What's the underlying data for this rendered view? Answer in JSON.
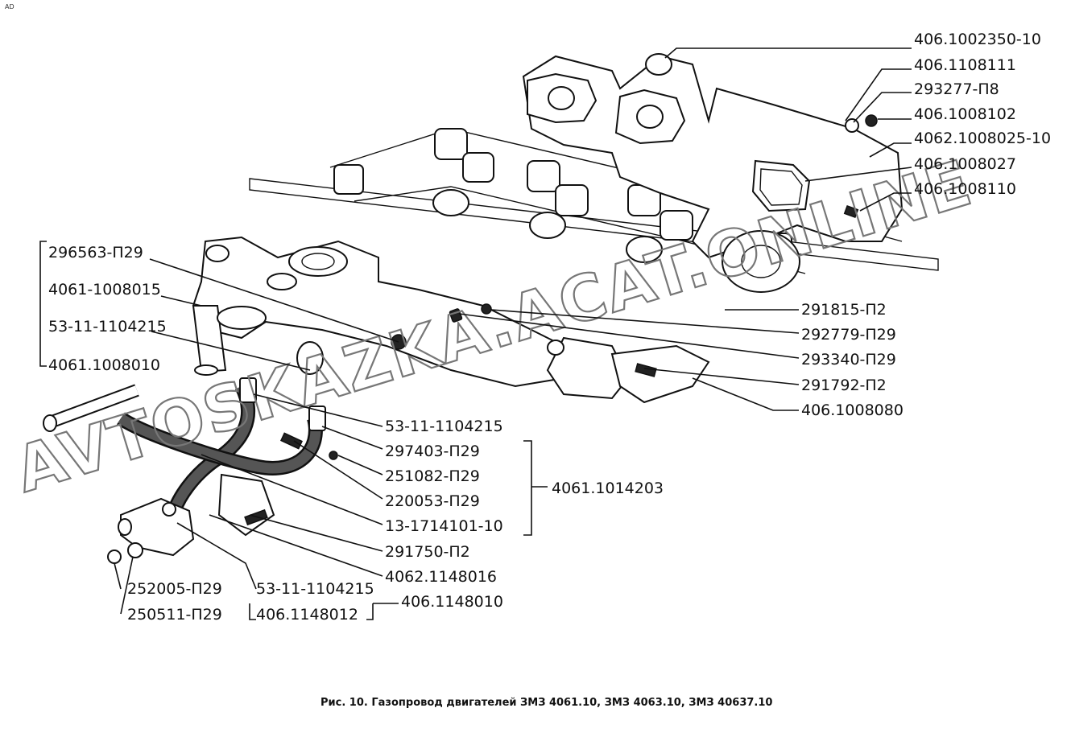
{
  "corner_mark": "AD",
  "caption": "Рис. 10. Газопровод двигателей ЗМЗ 4061.10, ЗМЗ 4063.10, ЗМЗ 40637.10",
  "watermark": "AVTOSKAZKA.ACAT.ONLINE",
  "labels_right": [
    "406.1002350-10",
    "406.1108111",
    "293277-П8",
    "406.1008102",
    "4062.1008025-10",
    "406.1008027",
    "406.1008110",
    "291815-П2",
    "292779-П29",
    "293340-П29",
    "291792-П2",
    "406.1008080"
  ],
  "labels_left": [
    "296563-П29",
    "4061-1008015",
    "53-11-1104215",
    "4061.1008010"
  ],
  "labels_middle": [
    "53-11-1104215",
    "297403-П29",
    "251082-П29",
    "220053-П29",
    "13-1714101-10",
    "291750-П2",
    "4062.1148016",
    "406.1148010"
  ],
  "assembly_label": "4061.1014203",
  "labels_bottom": [
    "252005-П29",
    "53-11-1104215",
    "250511-П29",
    "406.1148012"
  ]
}
